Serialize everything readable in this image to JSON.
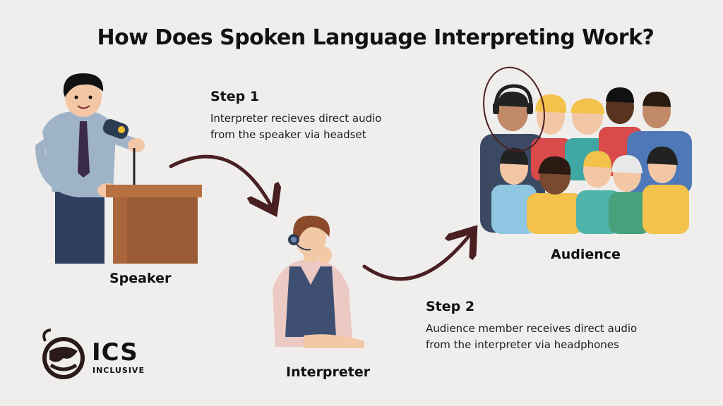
{
  "title": "How Does Spoken Language Interpreting Work?",
  "step1": {
    "heading": "Step 1",
    "line1": "Interpreter recieves direct audio",
    "line2": "from the speaker via headset"
  },
  "step2": {
    "heading": "Step 2",
    "line1": "Audience member receives direct audio",
    "line2": "from the interpreter via headphones"
  },
  "labels": {
    "speaker": "Speaker",
    "interpreter": "Interpreter",
    "audience": "Audience"
  },
  "logo": {
    "name": "ICS",
    "sub": "INCLUSIVE"
  },
  "colors": {
    "background": "#efeeec",
    "arrow": "#4a1f22",
    "podium": "#9a5a35",
    "text": "#111111"
  }
}
